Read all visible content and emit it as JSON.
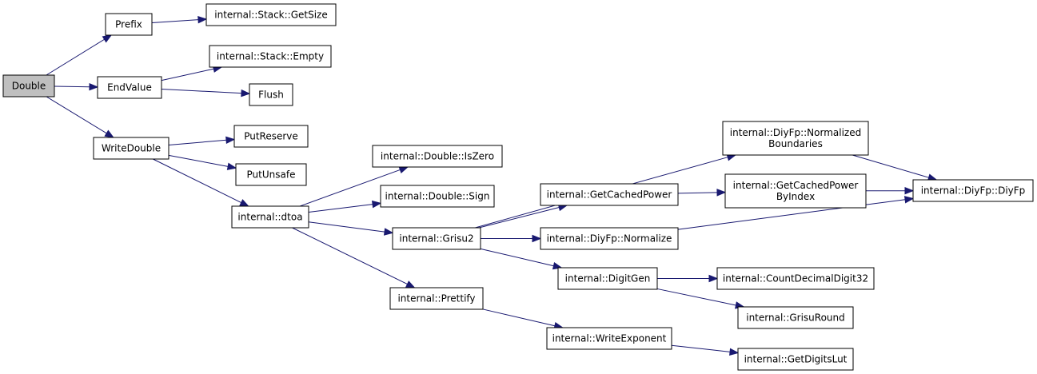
{
  "graph": {
    "edge_color": "#191970",
    "root_fill": "#bfbfbf",
    "nodes": [
      {
        "id": "double",
        "lines": [
          "Double"
        ],
        "root": true
      },
      {
        "id": "prefix",
        "lines": [
          "Prefix"
        ]
      },
      {
        "id": "endvalue",
        "lines": [
          "EndValue"
        ]
      },
      {
        "id": "writedouble",
        "lines": [
          "WriteDouble"
        ]
      },
      {
        "id": "stack-getsize",
        "lines": [
          "internal::Stack::GetSize"
        ]
      },
      {
        "id": "stack-empty",
        "lines": [
          "internal::Stack::Empty"
        ]
      },
      {
        "id": "flush",
        "lines": [
          "Flush"
        ]
      },
      {
        "id": "putreserve",
        "lines": [
          "PutReserve"
        ]
      },
      {
        "id": "putunsafe",
        "lines": [
          "PutUnsafe"
        ]
      },
      {
        "id": "dtoa",
        "lines": [
          "internal::dtoa"
        ]
      },
      {
        "id": "double-iszero",
        "lines": [
          "internal::Double::IsZero"
        ]
      },
      {
        "id": "double-sign",
        "lines": [
          "internal::Double::Sign"
        ]
      },
      {
        "id": "grisu2",
        "lines": [
          "internal::Grisu2"
        ]
      },
      {
        "id": "prettify",
        "lines": [
          "internal::Prettify"
        ]
      },
      {
        "id": "getcachedpower",
        "lines": [
          "internal::GetCachedPower"
        ]
      },
      {
        "id": "diyfp-normalize",
        "lines": [
          "internal::DiyFp::Normalize"
        ]
      },
      {
        "id": "digitgen",
        "lines": [
          "internal::DigitGen"
        ]
      },
      {
        "id": "writeexponent",
        "lines": [
          "internal::WriteExponent"
        ]
      },
      {
        "id": "normalizedboundaries",
        "lines": [
          "internal::DiyFp::Normalized",
          "Boundaries"
        ]
      },
      {
        "id": "getcachedpowerbyindex",
        "lines": [
          "internal::GetCachedPower",
          "ByIndex"
        ]
      },
      {
        "id": "countdecimaldigit32",
        "lines": [
          "internal::CountDecimalDigit32"
        ]
      },
      {
        "id": "grisuround",
        "lines": [
          "internal::GrisuRound"
        ]
      },
      {
        "id": "getdigitslut",
        "lines": [
          "internal::GetDigitsLut"
        ]
      },
      {
        "id": "diyfp-diyfp",
        "lines": [
          "internal::DiyFp::DiyFp"
        ]
      }
    ],
    "edges": [
      [
        "double",
        "prefix"
      ],
      [
        "double",
        "endvalue"
      ],
      [
        "double",
        "writedouble"
      ],
      [
        "prefix",
        "stack-getsize"
      ],
      [
        "endvalue",
        "stack-empty"
      ],
      [
        "endvalue",
        "flush"
      ],
      [
        "writedouble",
        "putreserve"
      ],
      [
        "writedouble",
        "putunsafe"
      ],
      [
        "writedouble",
        "dtoa"
      ],
      [
        "dtoa",
        "double-iszero"
      ],
      [
        "dtoa",
        "double-sign"
      ],
      [
        "dtoa",
        "grisu2"
      ],
      [
        "dtoa",
        "prettify"
      ],
      [
        "grisu2",
        "normalizedboundaries"
      ],
      [
        "grisu2",
        "getcachedpower"
      ],
      [
        "grisu2",
        "diyfp-normalize"
      ],
      [
        "grisu2",
        "digitgen"
      ],
      [
        "getcachedpower",
        "getcachedpowerbyindex"
      ],
      [
        "normalizedboundaries",
        "diyfp-diyfp"
      ],
      [
        "getcachedpowerbyindex",
        "diyfp-diyfp"
      ],
      [
        "diyfp-normalize",
        "diyfp-diyfp"
      ],
      [
        "digitgen",
        "countdecimaldigit32"
      ],
      [
        "digitgen",
        "grisuround"
      ],
      [
        "prettify",
        "writeexponent"
      ],
      [
        "writeexponent",
        "getdigitslut"
      ]
    ]
  }
}
